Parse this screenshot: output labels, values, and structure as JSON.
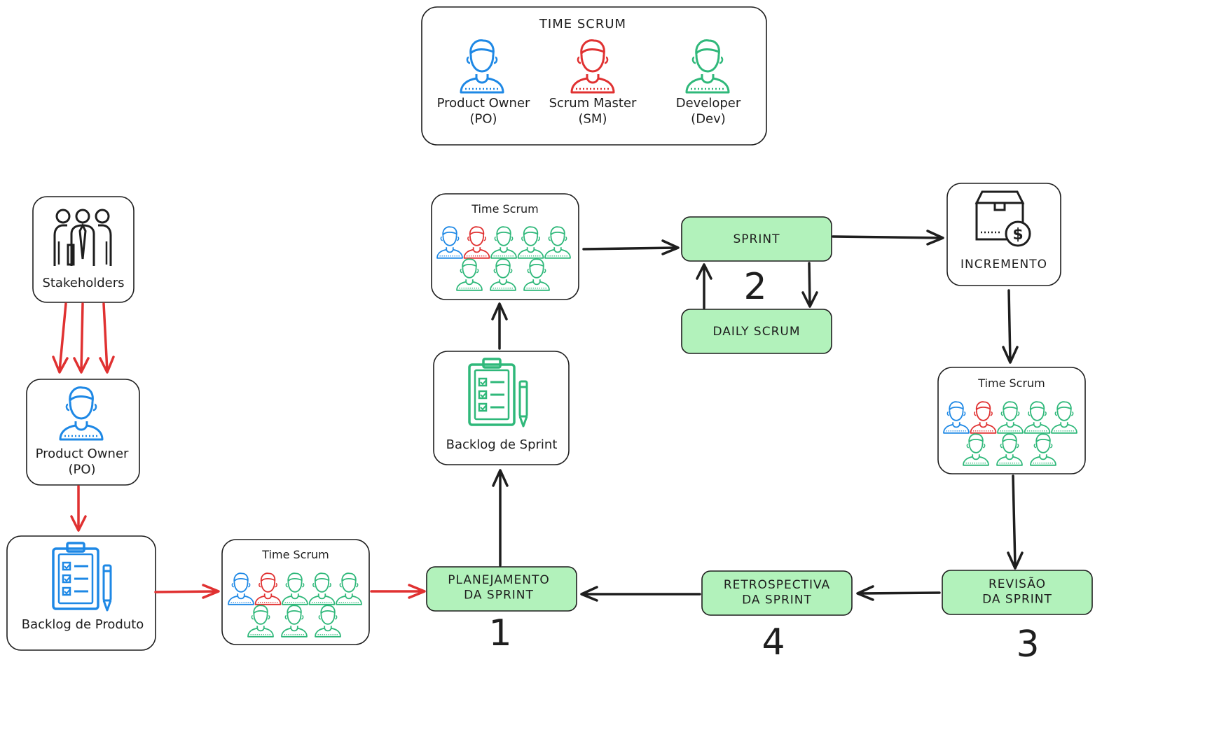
{
  "colors": {
    "po": "#1e88e5",
    "sm": "#e03131",
    "dev": "#2fb87a",
    "green_fill": "#b2f2bb",
    "red_arrow": "#e03131",
    "black": "#1e1e1e"
  },
  "team_legend": {
    "title": "TIME SCRUM",
    "po": "Product Owner\n(PO)",
    "sm": "Scrum Master\n(SM)",
    "dev": "Developer\n(Dev)"
  },
  "nodes": {
    "stakeholders": "Stakeholders",
    "product_owner": "Product Owner\n(PO)",
    "product_backlog": "Backlog de Produto",
    "team_a": "Time Scrum",
    "planning": "PLANEJAMENTO\nDA SPRINT",
    "sprint_backlog": "Backlog de Sprint",
    "team_b": "Time Scrum",
    "sprint": "SPRINT",
    "daily": "DAILY SCRUM",
    "increment": "INCREMENTO",
    "team_c": "Time Scrum",
    "review": "REVISÃO\nDA SPRINT",
    "retro": "RETROSPECTIVA\nDA SPRINT"
  },
  "steps": {
    "one": "1",
    "two": "2",
    "three": "3",
    "four": "4"
  },
  "icons": {
    "team_group": "team-members-icon",
    "stakeholders": "group-of-people-icon",
    "backlog": "clipboard-checklist-icon",
    "increment": "box-dollar-icon"
  }
}
